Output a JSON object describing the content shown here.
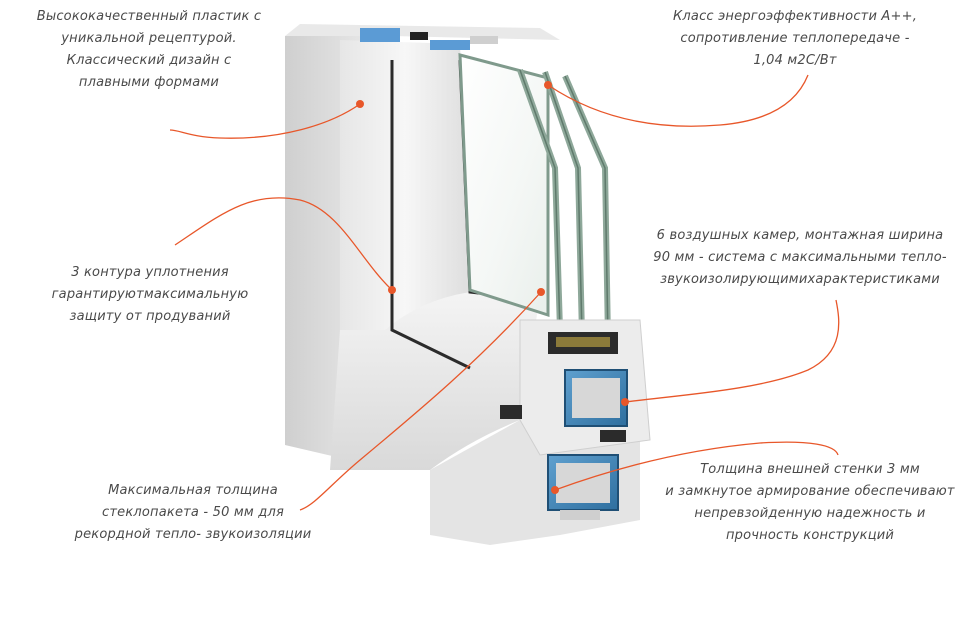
{
  "callouts": [
    {
      "id": "plastic",
      "lines": [
        "Высококачественный пластик с",
        "уникальной рецептурой.",
        "Классический дизайн с",
        "плавными формами"
      ]
    },
    {
      "id": "energy",
      "lines": [
        "Класс энергоэффективности А++,",
        "сопротивление теплопередаче -",
        "1,04 м2С/Вт"
      ]
    },
    {
      "id": "seals",
      "lines": [
        "3 контура уплотнения",
        "гарантируютмаксимальную",
        "защиту от продуваний"
      ]
    },
    {
      "id": "chambers",
      "lines": [
        "6 воздушных камер, монтажная ширина",
        "90 мм - система с максимальными тепло-",
        "звукоизолирующимихарактеристиками"
      ]
    },
    {
      "id": "glazing",
      "lines": [
        "Максимальная толщина",
        "стеклопакета - 50 мм для",
        "рекордной тепло- звукоизоляции"
      ]
    },
    {
      "id": "wall",
      "lines": [
        "Толщина внешней стенки 3 мм",
        "и замкнутое армирование обеспечивают",
        "непревзойденную надежность и",
        "прочность конструкций"
      ]
    }
  ],
  "colors": {
    "accent": "#e8572a",
    "text": "#4a4a4a",
    "frame": "#f1f1f1",
    "glass": "#8ea89a",
    "seal": "#2b2b2b",
    "steel": "#3f82b8"
  }
}
